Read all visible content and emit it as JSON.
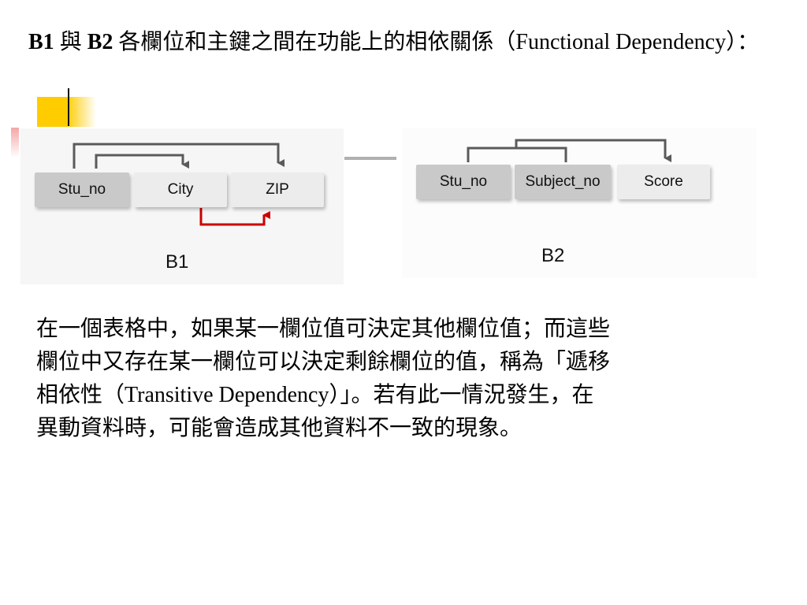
{
  "title": {
    "b1": "B1",
    "and": " 與 ",
    "b2": "B2",
    "rest": " 各欄位和主鍵之間在功能上的相依關係（Functional Dependency）："
  },
  "diagram_b1": {
    "label": "B1",
    "fields": [
      "Stu_no",
      "City",
      "ZIP"
    ],
    "arrow_color": "#5a5a5a",
    "transitive_arrow_color": "#cc0000"
  },
  "diagram_b2": {
    "label": "B2",
    "fields": [
      "Stu_no",
      "Subject_no",
      "Score"
    ],
    "arrow_color": "#5a5a5a"
  },
  "body": {
    "lines": [
      "在一個表格中，如果某一欄位值可決定其他欄位值；而這些",
      "欄位中又存在某一欄位可以決定剩餘欄位的值，稱為「遞移",
      "相依性（Transitive Dependency）」。若有此一情況發生，在",
      "異動資料時，可能會造成其他資料不一致的現象。"
    ]
  },
  "colors": {
    "accent_yellow": "#ffcc00",
    "key_field": "#c9c9c9",
    "plain_field": "#ececec"
  }
}
